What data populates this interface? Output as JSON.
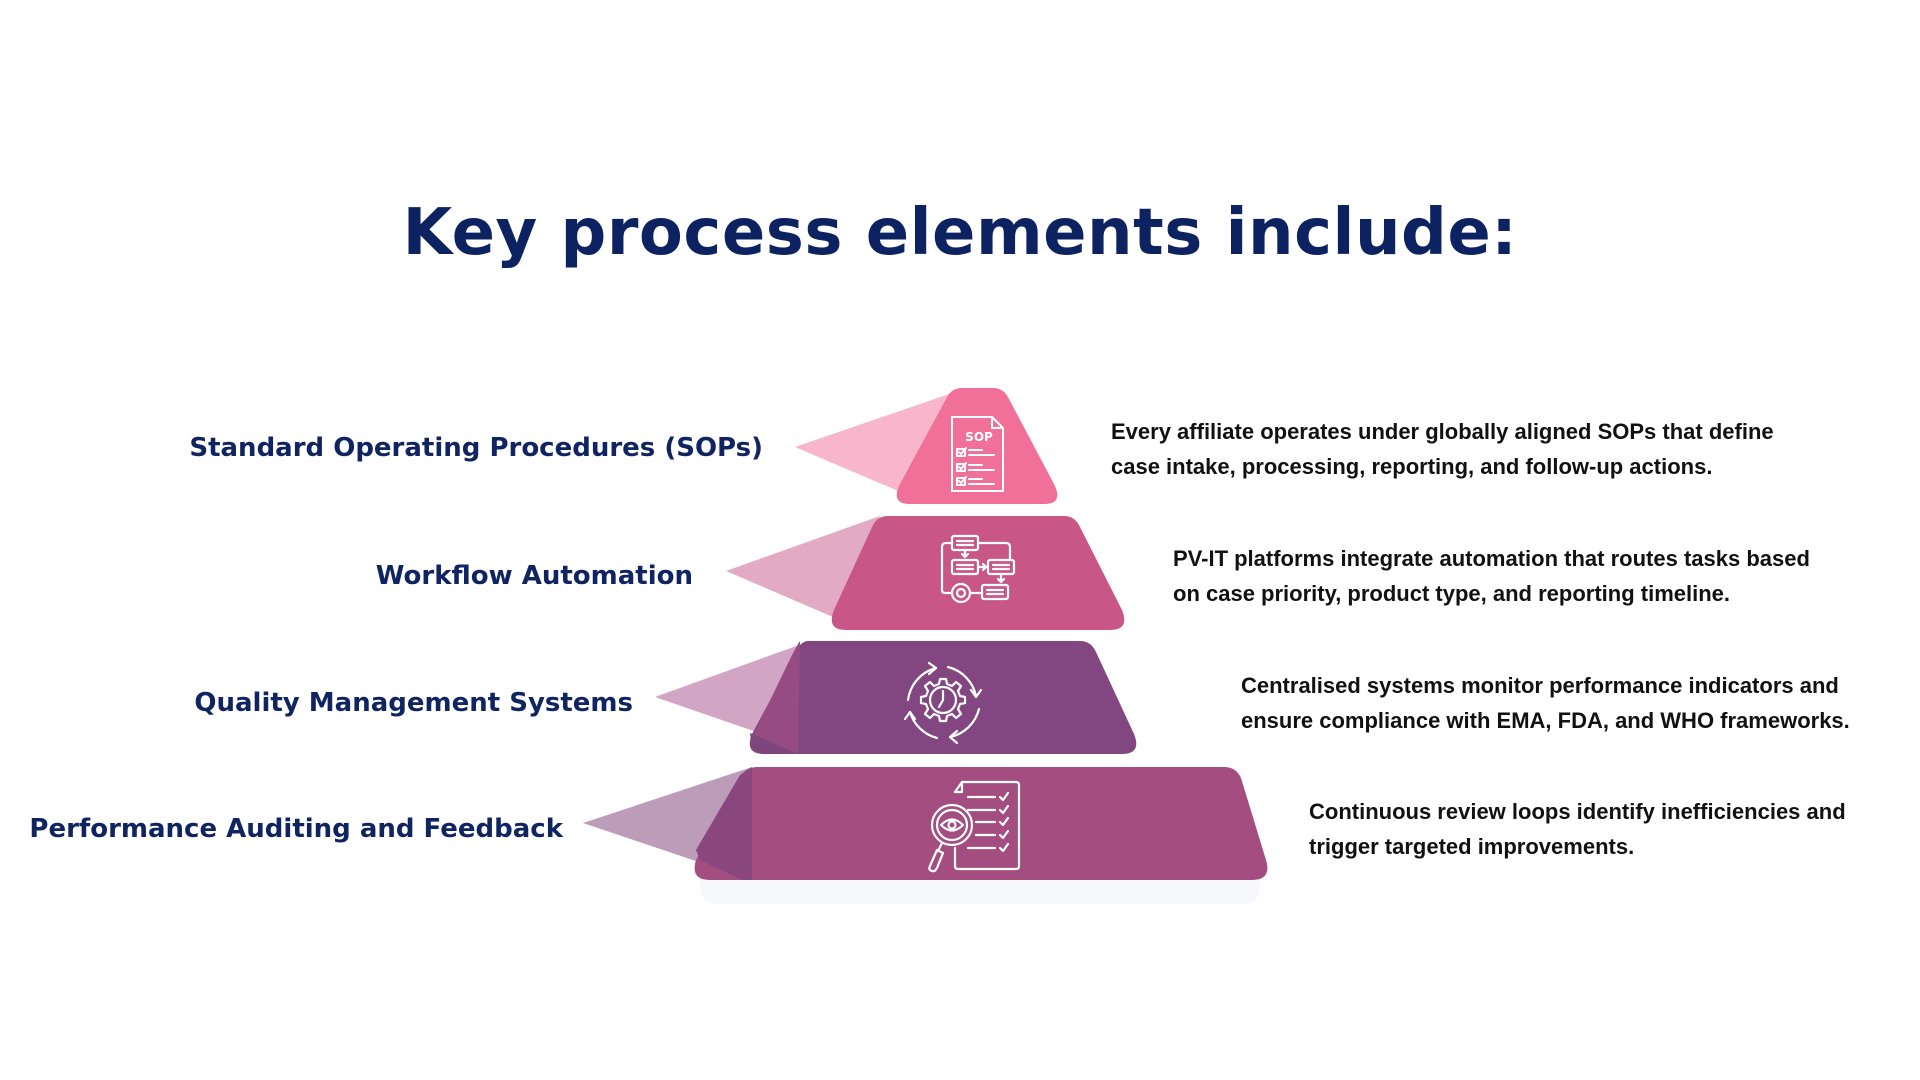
{
  "title": "Key process elements include:",
  "colors": {
    "title": "#0D2260",
    "label": "#0F2460",
    "description": "#111111",
    "shadow": "#F7F8FC"
  },
  "tiers": [
    {
      "label": "Standard Operating Procedures (SOPs)",
      "description_lines": [
        "Every affiliate operates under globally aligned SOPs that define",
        "case intake, processing, reporting, and follow-up actions."
      ],
      "icon": "sop-document-checklist-icon",
      "icon_text": "SOP",
      "fill": "#F07099",
      "pointer_fill": "#F7B6CC",
      "overlap_fill": "#F07099"
    },
    {
      "label": "Workflow Automation",
      "description_lines": [
        "PV-IT platforms integrate automation that routes tasks based",
        "on case priority, product type, and reporting timeline."
      ],
      "icon": "workflow-flowchart-gear-icon",
      "fill": "#C85687",
      "pointer_fill": "#E3AAC3",
      "overlap_fill": "#C85687"
    },
    {
      "label": "Quality Management Systems",
      "description_lines": [
        "Centralised systems monitor performance indicators and",
        "ensure compliance with EMA, FDA, and WHO frameworks."
      ],
      "icon": "gear-clock-cycle-icon",
      "fill": "#824780",
      "pointer_fill": "#D3A5C4",
      "overlap_fill": "#964B82"
    },
    {
      "label": "Performance Auditing and Feedback",
      "description_lines": [
        "Continuous review loops identify inefficiencies and",
        "trigger targeted improvements."
      ],
      "icon": "audit-checklist-magnifier-icon",
      "fill": "#A44D80",
      "pointer_fill": "#BD9CBA",
      "overlap_fill": "#8A477D"
    }
  ]
}
